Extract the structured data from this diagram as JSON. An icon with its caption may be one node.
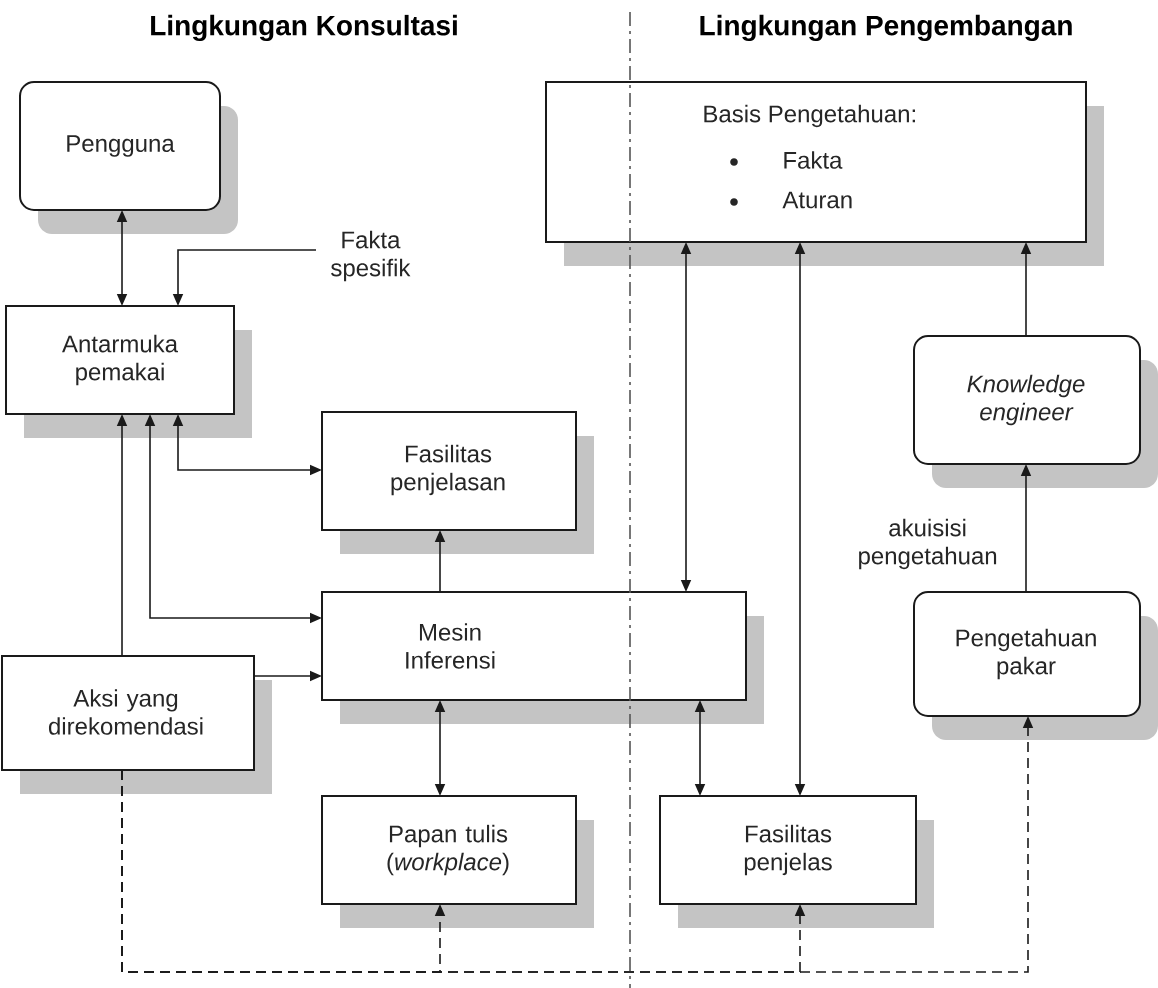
{
  "diagram": {
    "nodes": [
      {
        "text": [
          "Pengguna"
        ]
      },
      {
        "text": [
          "Basis Pengetahuan:",
          "Fakta",
          "Aturan"
        ]
      },
      {
        "text": [
          "Fakta spesifik"
        ]
      },
      {
        "text": [
          "Antarmuka pemakai"
        ]
      },
      {
        "text": [
          "Knowledge engineer"
        ]
      },
      {
        "text": [
          "Fasilitas penjelasan"
        ]
      },
      {
        "text": [
          "Mesin Inferensi"
        ]
      },
      {
        "text": [
          "Aksi yang direkomendasi"
        ]
      },
      {
        "text": [
          "Pengetahuan pakar"
        ]
      },
      {
        "text": [
          "Papan tulis (*workplace*)"
        ]
      },
      {
        "text": [
          "Fasilitas penjelas"
        ]
      }
    ],
    "edges": [
      {
        "from": 0,
        "to": 3,
        "arrow": "both"
      },
      {
        "from": 2,
        "to": 3,
        "arrow": "to"
      },
      {
        "from": 3,
        "to": 5,
        "arrow": "both"
      },
      {
        "from": 3,
        "to": 6,
        "arrow": "both"
      },
      {
        "from": 7,
        "to": 3,
        "arrow": "to"
      },
      {
        "from": 7,
        "to": 6,
        "arrow": "to"
      },
      {
        "from": 6,
        "to": 5,
        "arrow": "to"
      },
      {
        "from": 6,
        "to": 9,
        "arrow": "both"
      },
      {
        "from": 1,
        "to": 6,
        "arrow": "both"
      },
      {
        "from": 1,
        "to": 10,
        "arrow": "both"
      },
      {
        "from": 6,
        "to": 10,
        "arrow": "both"
      },
      {
        "from": 4,
        "to": 1,
        "arrow": "to"
      },
      {
        "from": 8,
        "to": 4,
        "arrow": "to",
        "label": "akuisisi pengetahuan"
      },
      {
        "from": 7,
        "to": 9,
        "arrow": "to",
        "style": "dashed"
      },
      {
        "from": 7,
        "to": 10,
        "arrow": "to",
        "style": "dashed"
      },
      {
        "from": 7,
        "to": 8,
        "arrow": "to",
        "style": "dashed"
      }
    ],
    "labels": [
      "Lingkungan Konsultasi",
      "Lingkungan Pengembangan"
    ]
  }
}
